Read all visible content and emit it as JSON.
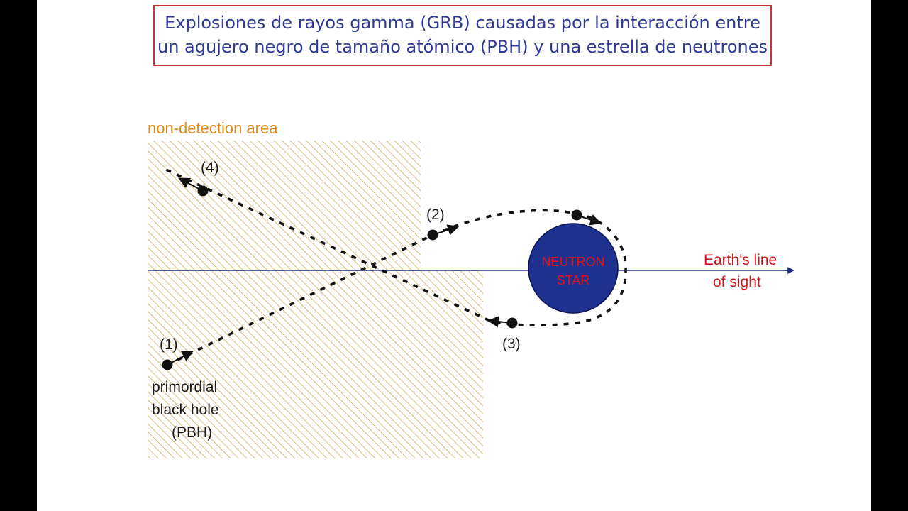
{
  "title": {
    "line1": "Explosiones de rayos gamma (GRB) causadas por la interacción entre",
    "line2": "un agujero negro de tamaño atómico (PBH) y una estrella de neutrones"
  },
  "diagram": {
    "zone_label": "non-detection area",
    "star_label_line1": "NEUTRON",
    "star_label_line2": "STAR",
    "sight_line_label1": "Earth's line",
    "sight_line_label2": "of sight",
    "pbh_label_line1": "primordial",
    "pbh_label_line2": "black hole",
    "pbh_label_line3": "(PBH)",
    "positions": [
      "(1)",
      "(2)",
      "(3)",
      "(4)"
    ]
  },
  "colors": {
    "title_border": "#c8323a",
    "title_text": "#2f3a96",
    "hatch": "#c9a24a",
    "zone_label": "#e08a1e",
    "star_fill": "#1f3290",
    "star_text": "#e0151b",
    "sight_line": "#1f2a7a",
    "sight_label": "#d0151b"
  }
}
